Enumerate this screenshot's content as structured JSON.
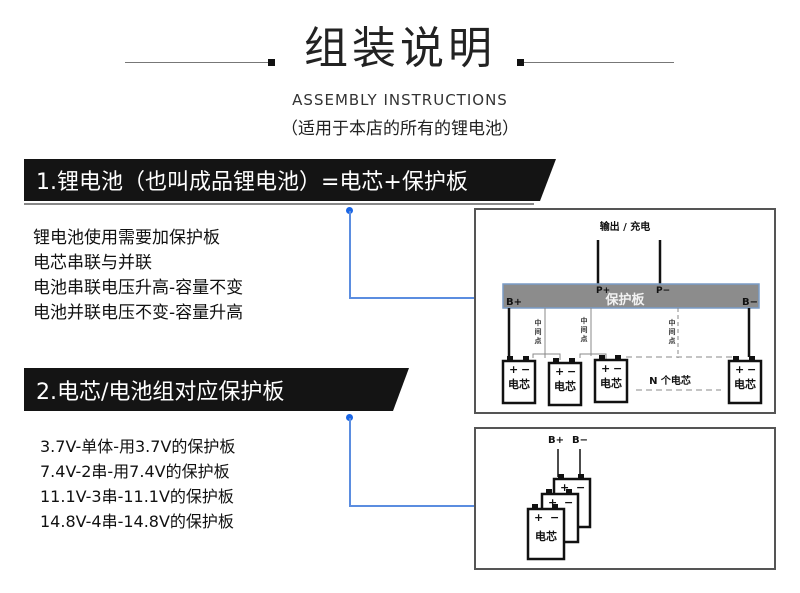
{
  "header": {
    "title": "组装说明",
    "subtitle_en": "ASSEMBLY INSTRUCTIONS",
    "subtitle_cn": "（适用于本店的所有的锂电池）"
  },
  "section1": {
    "banner": "1.锂电池（也叫成品锂电池）=电芯+保护板",
    "lines": [
      "锂电池使用需要加保护板",
      "电芯串联与并联",
      "电池串联电压升高-容量不变",
      "电池并联电压不变-容量升高"
    ],
    "diagram": {
      "output_label": "输出 / 充电",
      "board_label": "保护板",
      "p_plus": "P+",
      "p_minus": "P−",
      "b_plus": "B+",
      "b_minus": "B−",
      "midpoint_label": "中间点",
      "cell_label": "电芯",
      "n_cells_label": "N 个电芯",
      "plus": "+",
      "minus": "−"
    }
  },
  "section2": {
    "banner": "2.电芯/电池组对应保护板",
    "lines": [
      "3.7V-单体-用3.7V的保护板",
      "7.4V-2串-用7.4V的保护板",
      "11.1V-3串-11.1V的保护板",
      "14.8V-4串-14.8V的保护板"
    ],
    "diagram": {
      "b_plus": "B+",
      "b_minus": "B−",
      "cell_label": "电芯",
      "plus": "+",
      "minus": "−"
    }
  },
  "colors": {
    "banner_bg": "#141414",
    "connector": "#5b8de0",
    "board_fill": "#8c8c8c",
    "board_border": "#7a9cc6"
  }
}
